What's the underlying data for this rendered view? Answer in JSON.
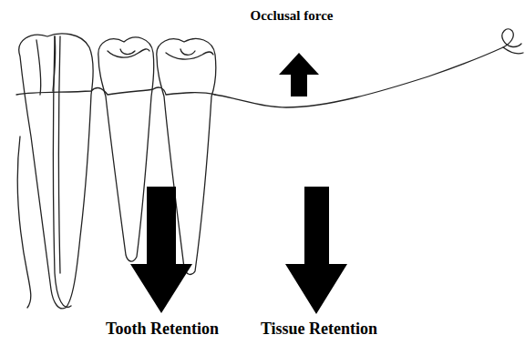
{
  "diagram": {
    "labels": [
      "Occlusal force",
      "Tooth Retention",
      "Tissue Retention"
    ]
  }
}
